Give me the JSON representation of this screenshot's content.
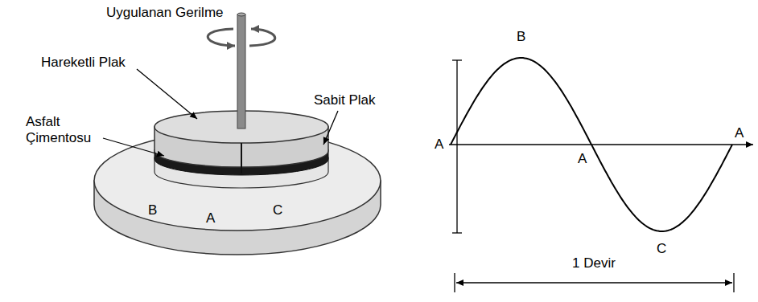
{
  "diagram": {
    "labels": [
      "Uygulanan Gerilme",
      "Hareketli Plak",
      "Sabit Plak",
      "Asfalt Çimentosu",
      "B",
      "A",
      "C",
      "A",
      "B",
      "A",
      "A",
      "C",
      "1 Devir"
    ]
  }
}
